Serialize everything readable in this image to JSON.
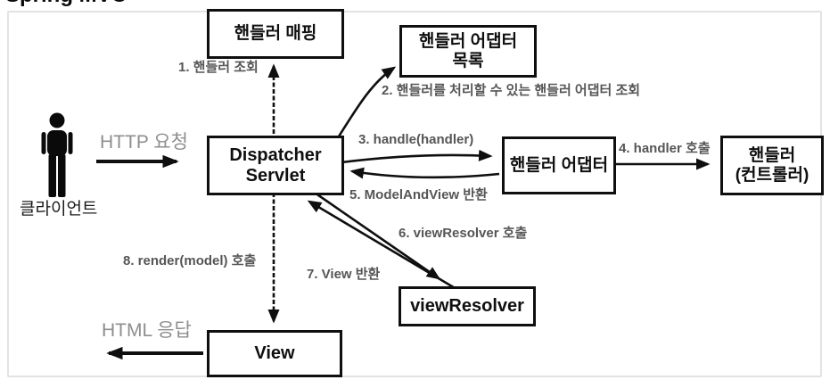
{
  "page": {
    "cropped_title": "Spring MVC"
  },
  "diagram": {
    "client": {
      "label": "클라이언트"
    },
    "boxes": {
      "handler_mapping": "핸들러 매핑",
      "handler_adapter_list_line1": "핸들러 어댑터",
      "handler_adapter_list_line2": "목록",
      "dispatcher_line1": "Dispatcher",
      "dispatcher_line2": "Servlet",
      "handler_adapter": "핸들러 어댑터",
      "handler_line1": "핸들러",
      "handler_line2": "(컨트롤러)",
      "view_resolver": "viewResolver",
      "view": "View"
    },
    "labels": {
      "http_request": "HTTP 요청",
      "html_response": "HTML 응답",
      "step1": "1. 핸들러 조회",
      "step2": "2. 핸들러를 처리할 수 있는 핸들러 어댑터 조회",
      "step3": "3. handle(handler)",
      "step4": "4. handler 호출",
      "step5": "5. ModelAndView 반환",
      "step6": "6. viewResolver 호출",
      "step7": "7. View 반환",
      "step8": "8. render(model) 호출"
    },
    "colors": {
      "box_border": "#0f0f0f",
      "arrow": "#0f0f0f",
      "label_gray": "#565656",
      "light_gray": "#8e8e8e",
      "frame_border": "#e3e3e3"
    }
  }
}
